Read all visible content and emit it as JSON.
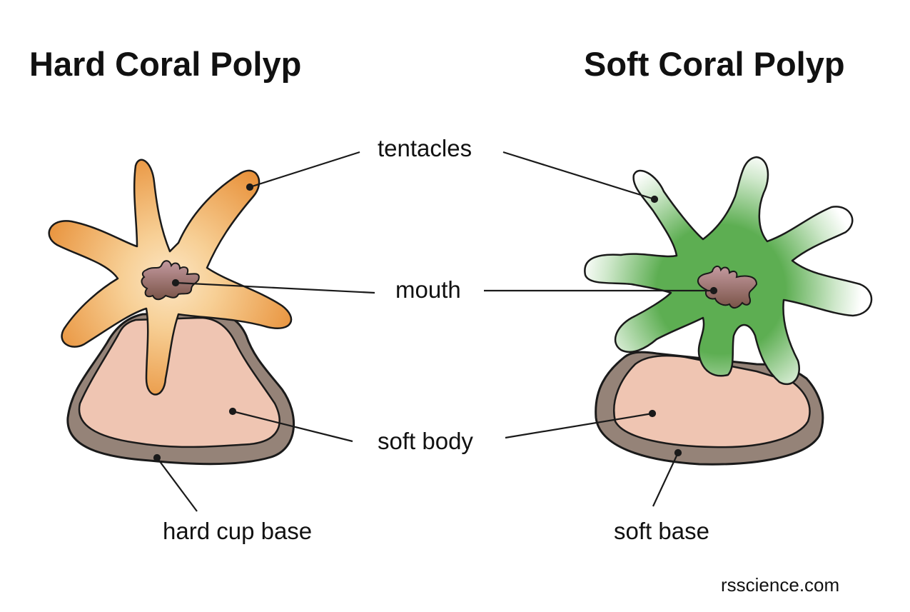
{
  "titles": {
    "hard": "Hard Coral Polyp",
    "soft": "Soft Coral Polyp"
  },
  "labels": {
    "tentacles": "tentacles",
    "mouth": "mouth",
    "soft_body": "soft body",
    "hard_cup_base": "hard cup base",
    "soft_base": "soft base"
  },
  "credit": "rsscience.com",
  "colors": {
    "hard_tentacle_outer": "#E8953A",
    "hard_tentacle_center": "#FBE3BE",
    "soft_tentacle_center": "#5DAE52",
    "soft_tentacle_tip": "#FFFFFF",
    "soft_body": "#EFC5B2",
    "base": "#958378",
    "mouth_top": "#C49A9F",
    "mouth_bottom": "#7A5448",
    "outline": "#1A1A1A"
  },
  "polyps": [
    {
      "name": "hard",
      "tentacle_count": 6,
      "base_type": "hard cup base"
    },
    {
      "name": "soft",
      "tentacle_count": 8,
      "base_type": "soft base"
    }
  ]
}
